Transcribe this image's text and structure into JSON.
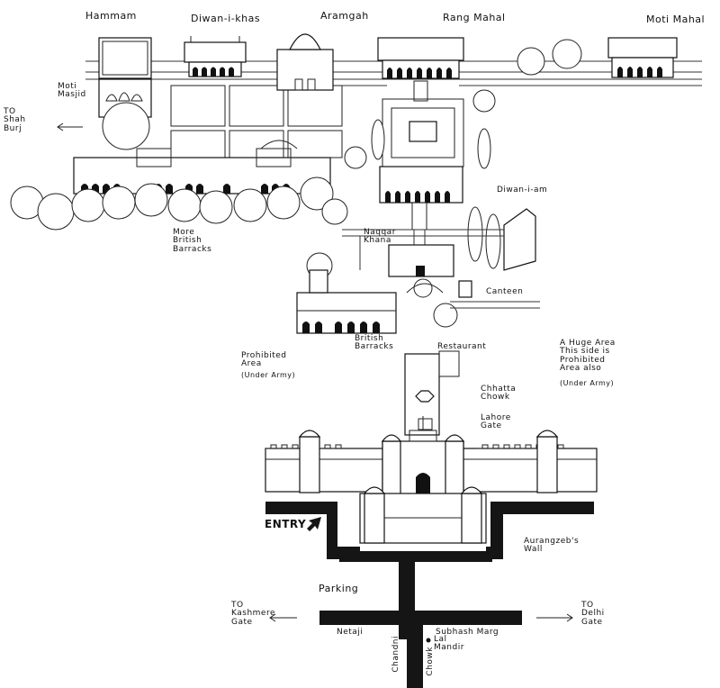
{
  "map": {
    "labels": {
      "hammam": "Hammam",
      "diwan_i_khas": "Diwan-i-khas",
      "aramgah": "Aramgah",
      "rang_mahal": "Rang Mahal",
      "moti_mahal": "Moti Mahal",
      "moti_masjid": "Moti\nMasjid",
      "to_shah_burj": "TO\nShah\nBurj",
      "diwan_i_am": "Diwan-i-am",
      "more_british_barracks": "More\nBritish\nBarracks",
      "naqqar_khana": "Naqqar\nKhana",
      "canteen": "Canteen",
      "british_barracks": "British\nBarracks",
      "restaurant": "Restaurant",
      "prohibited_area": "Prohibited\nArea",
      "under_army_left": "(Under Army)",
      "huge_area_note": "A Huge Area\nThis side is\nProhibited\nArea also",
      "under_army_right": "(Under Army)",
      "chhatta_chowk": "Chhatta\nChowk",
      "lahore_gate": "Lahore\nGate",
      "entry": "ENTRY",
      "aurangzebs_wall": "Aurangzeb's\nWall",
      "parking": "Parking",
      "to_kashmere_gate": "TO\nKashmere\nGate",
      "to_delhi_gate": "TO\nDelhi\nGate",
      "netaji": "Netaji",
      "subhash_marg": "Subhash Marg",
      "lal_mandir": "Lal\nMandir",
      "chandni": "Chandni",
      "chowk": "Chowk"
    },
    "colors": {
      "ink": "#111111",
      "road": "#151515",
      "paper": "#ffffff"
    }
  }
}
